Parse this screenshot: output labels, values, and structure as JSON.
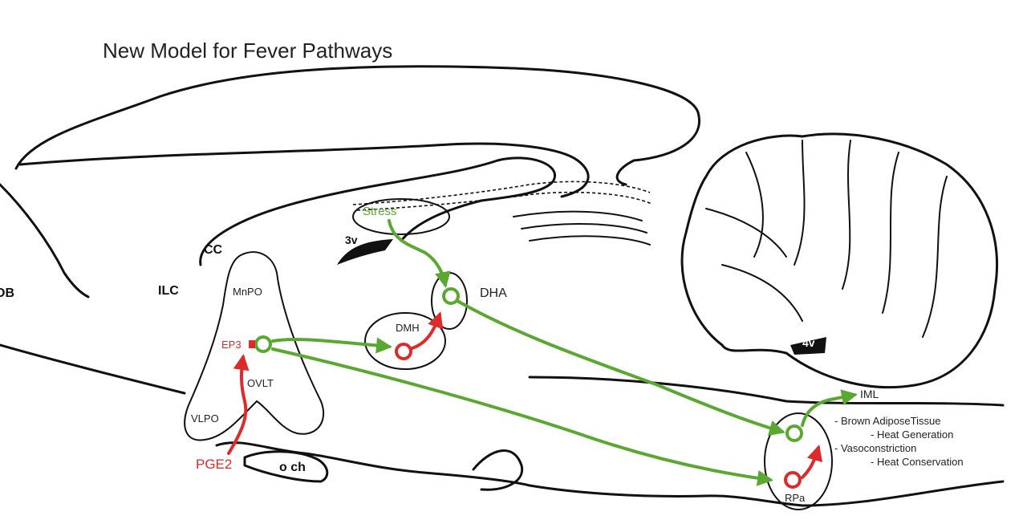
{
  "title": "New Model for Fever Pathways",
  "labels": {
    "ob": "OB",
    "ilc": "ILC",
    "cc": "CC",
    "v3": "3v",
    "v4": "4v",
    "och": "o ch",
    "mnpo": "MnPO",
    "ep3": "EP3",
    "ovlt": "OVLT",
    "vlpo": "VLPO",
    "pge2": "PGE2",
    "stress": "Stress",
    "dmh": "DMH",
    "dha": "DHA",
    "rpa": "RPa",
    "iml": "IML"
  },
  "outputs": {
    "line1": "- Brown AdiposeTissue",
    "line2": "- Heat Generation",
    "line3": "- Vasoconstriction",
    "line4": "- Heat Conservation"
  },
  "colors": {
    "green_pathway": "#5aa832",
    "red_pathway": "#dd2a2a",
    "outline": "#111111",
    "text": "#222222"
  }
}
